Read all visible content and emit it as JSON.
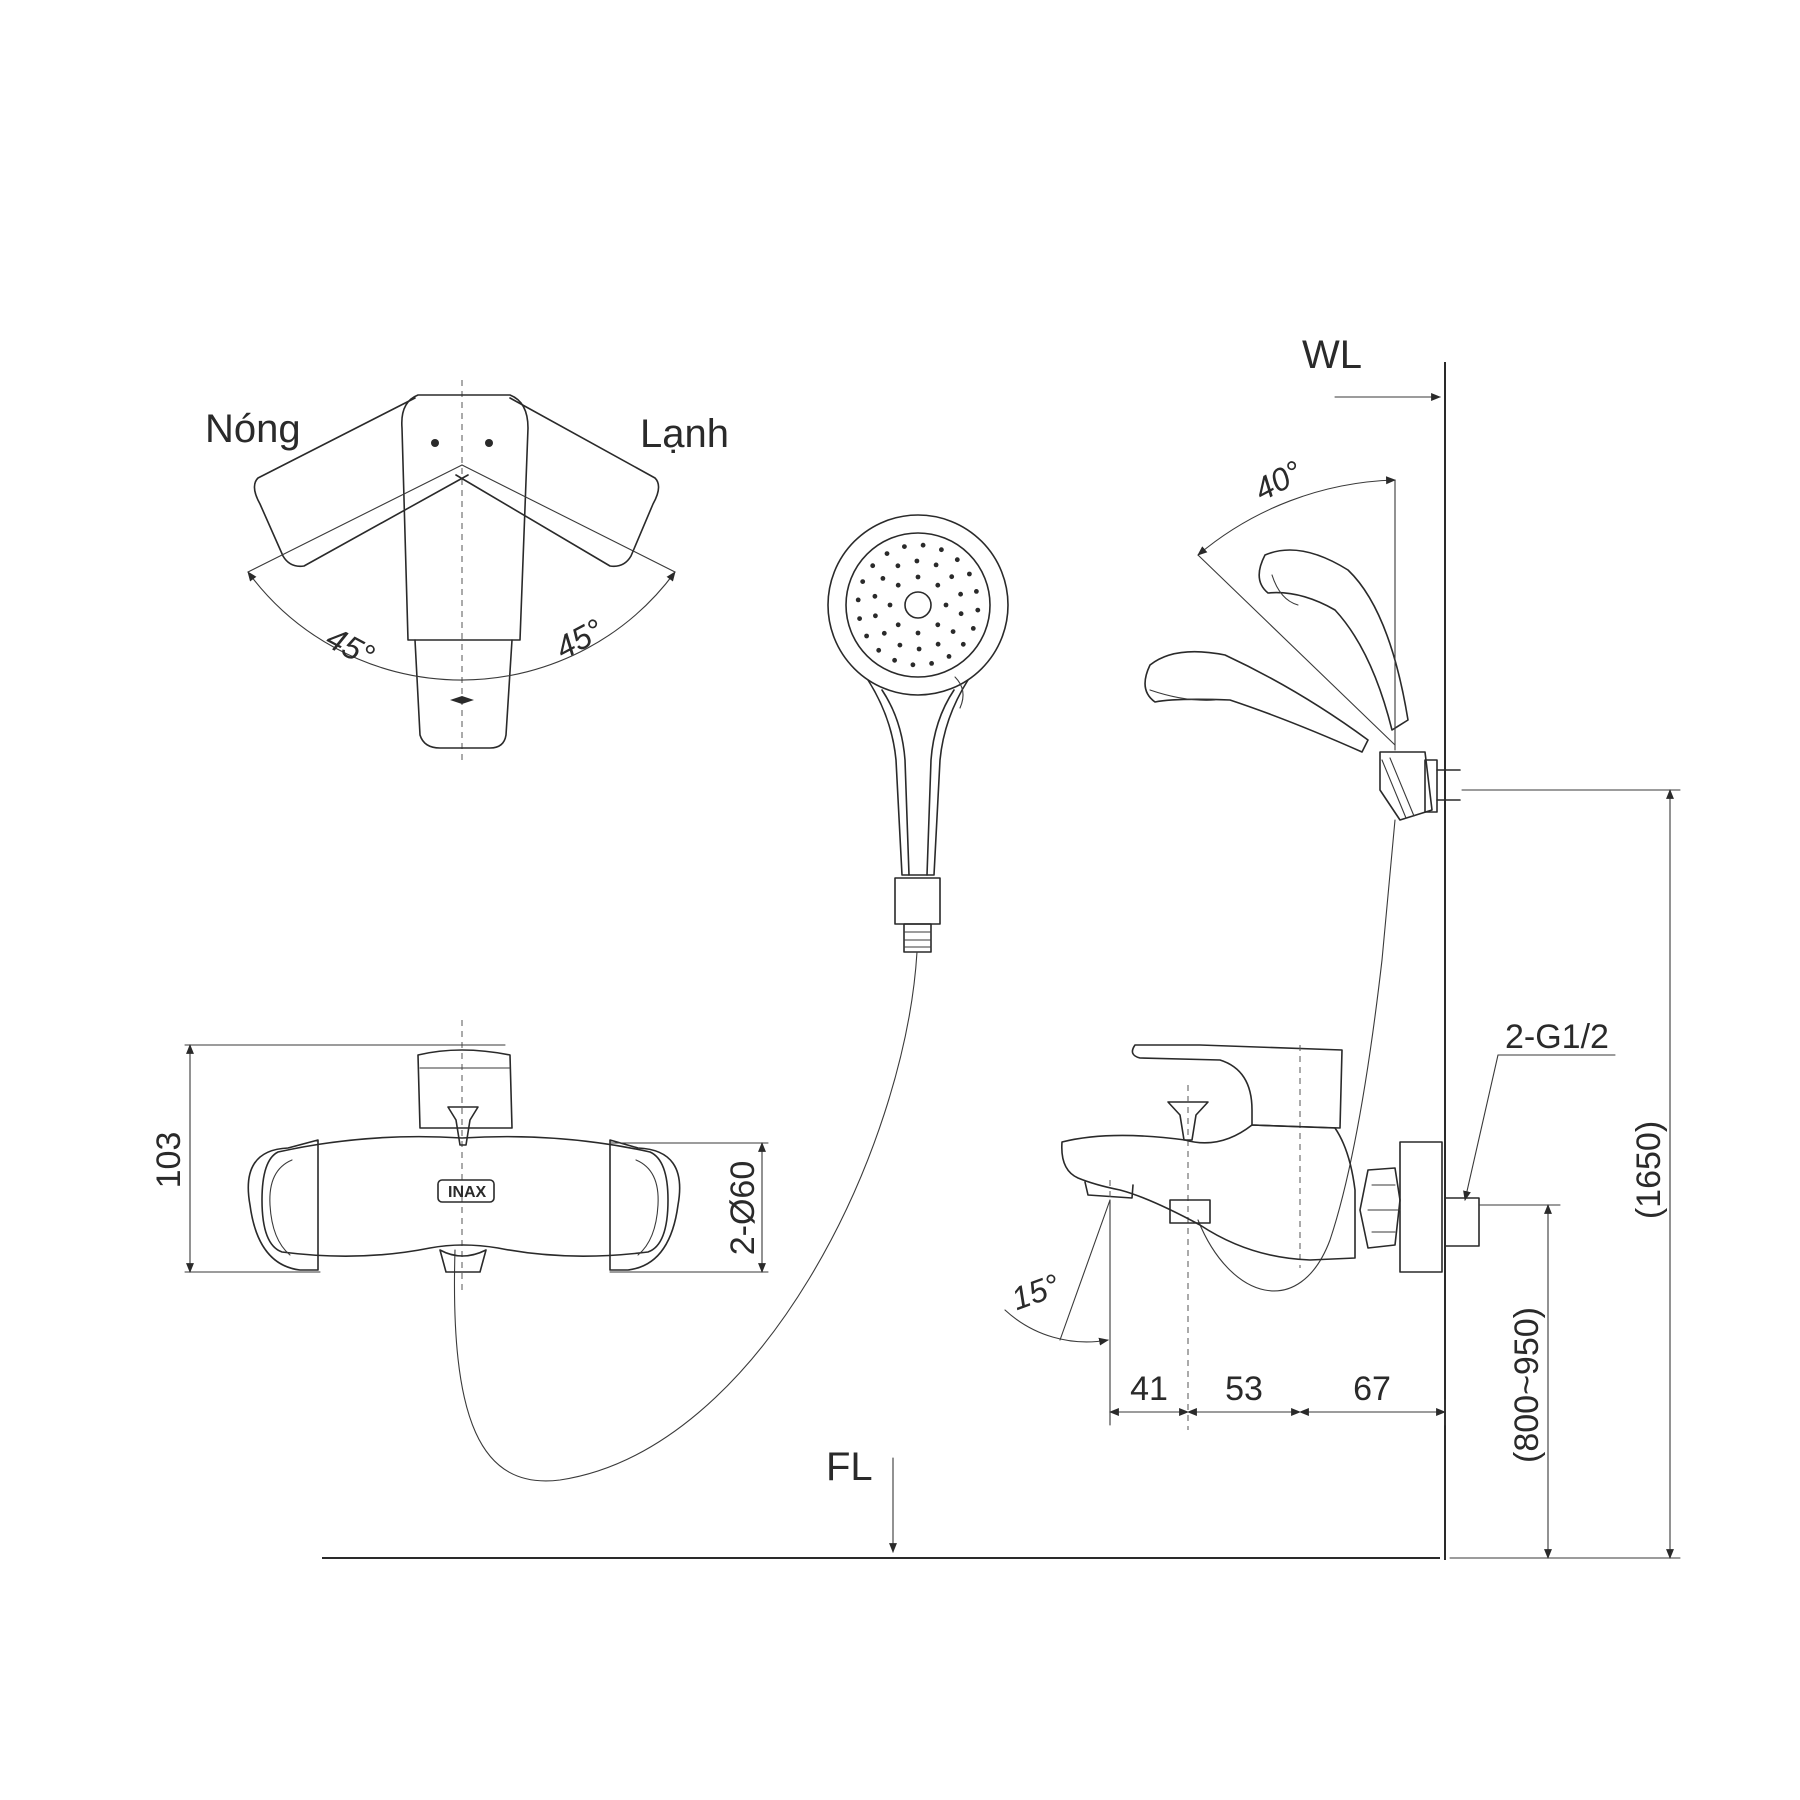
{
  "labels": {
    "hot": "Nóng",
    "cold": "Lạnh",
    "wall_line": "WL",
    "floor_line": "FL"
  },
  "angles": {
    "hot_angle": "45°",
    "cold_angle": "45°",
    "handshower_tilt": "40°",
    "spout_tilt": "15°"
  },
  "dimensions": {
    "body_height": "103",
    "escutcheon_diameter": "2-Ø60",
    "connection_thread": "2-G1/2",
    "spout_offset": "41",
    "diverter_offset": "53",
    "wall_offset": "67",
    "install_height_range": "(800~950)",
    "holder_height": "(1650)"
  },
  "logo_text": "INAX"
}
